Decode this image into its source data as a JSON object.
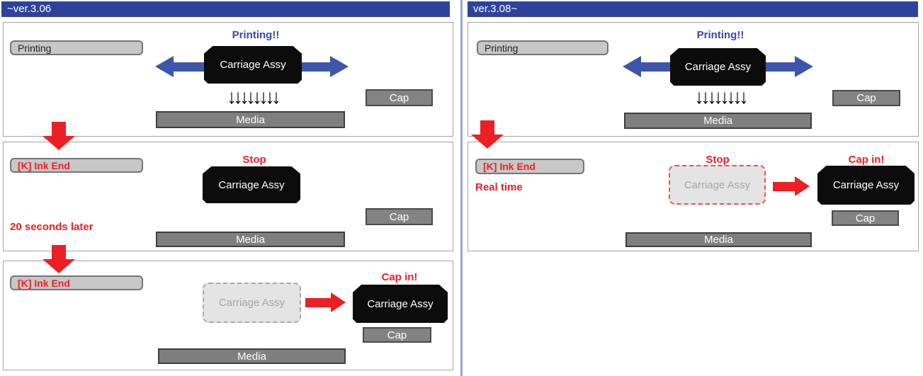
{
  "colors": {
    "header_bg": "#2d439b",
    "accent_blue": "#3d56ab",
    "caption_blue": "#3948ab",
    "alert_red": "#ec2024",
    "divider_blue": "#93a4d6"
  },
  "left_column": {
    "header": "~ver.3.06",
    "panel1": {
      "status": "Printing",
      "caption": "Printing!!",
      "carriage": "Carriage Assy",
      "ink_arrows": "↓↓↓↓↓↓↓↓",
      "media": "Media",
      "cap": "Cap"
    },
    "panel2": {
      "status": "[K] Ink End",
      "caption": "Stop",
      "carriage": "Carriage Assy",
      "note": "20 seconds later",
      "media": "Media",
      "cap": "Cap"
    },
    "panel3": {
      "status": "[K] Ink End",
      "caption": "Cap in!",
      "ghost": "Carriage Assy",
      "carriage": "Carriage Assy",
      "media": "Media",
      "cap": "Cap"
    }
  },
  "right_column": {
    "header": "ver.3.08~",
    "panel1": {
      "status": "Printing",
      "caption": "Printing!!",
      "carriage": "Carriage Assy",
      "ink_arrows": "↓↓↓↓↓↓↓↓",
      "media": "Media",
      "cap": "Cap"
    },
    "panel2": {
      "status": "[K] Ink End",
      "note": "Real time",
      "stop_caption": "Stop",
      "ghost": "Carriage Assy",
      "capin_caption": "Cap in!",
      "carriage": "Carriage Assy",
      "media": "Media",
      "cap": "Cap"
    }
  }
}
